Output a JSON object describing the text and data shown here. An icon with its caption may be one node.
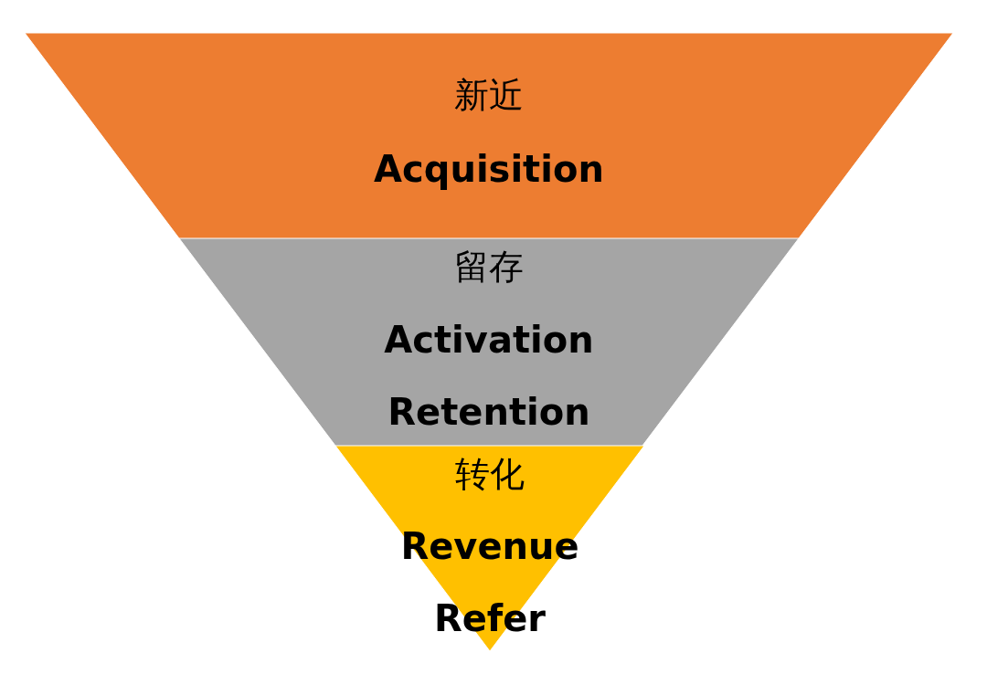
{
  "diagram": {
    "nodes": [
      {
        "text": [
          "新近",
          "Acquisition"
        ]
      },
      {
        "text": [
          "留存",
          "Activation",
          "Retention"
        ]
      },
      {
        "text": [
          "转化",
          "Revenue",
          "Refer"
        ]
      }
    ]
  }
}
